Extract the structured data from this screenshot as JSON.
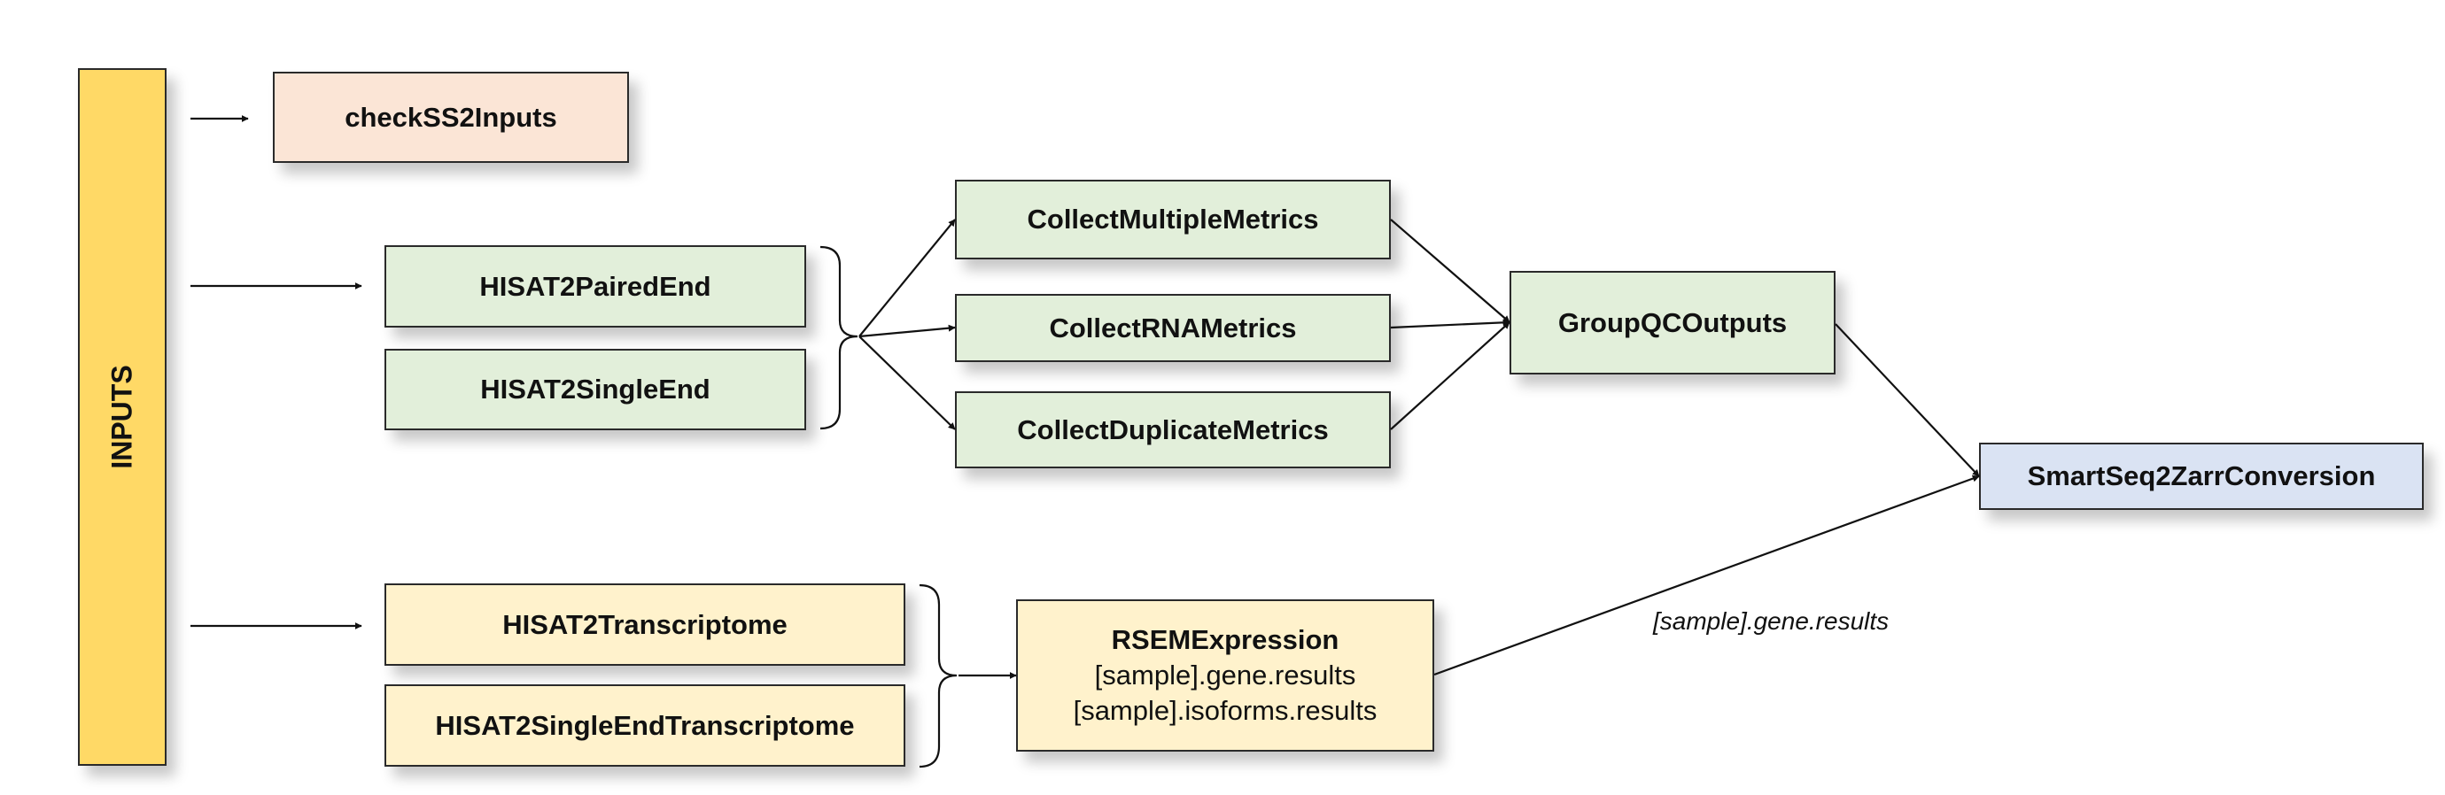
{
  "colors": {
    "inputs": "#FFD966",
    "check": "#FBE5D6",
    "qc": "#E2EFDA",
    "transcriptome": "#FFF2CC",
    "output": "#DAE3F3",
    "stroke": "#2a2a2a"
  },
  "diagram": {
    "inputs_label": "INPUTS",
    "nodes": {
      "check": "checkSS2Inputs",
      "hisat2_paired": "HISAT2PairedEnd",
      "hisat2_single": "HISAT2SingleEnd",
      "collect_multiple": "CollectMultipleMetrics",
      "collect_rna": "CollectRNAMetrics",
      "collect_dup": "CollectDuplicateMetrics",
      "group_qc": "GroupQCOutputs",
      "smartseq2": "SmartSeq2ZarrConversion",
      "hisat2_transcriptome": "HISAT2Transcriptome",
      "hisat2_single_transcriptome": "HISAT2SingleEndTranscriptome",
      "rsem_title": "RSEMExpression",
      "rsem_line1": "[sample].gene.results",
      "rsem_line2": "[sample].isoforms.results"
    },
    "edge_label": "[sample].gene.results"
  }
}
